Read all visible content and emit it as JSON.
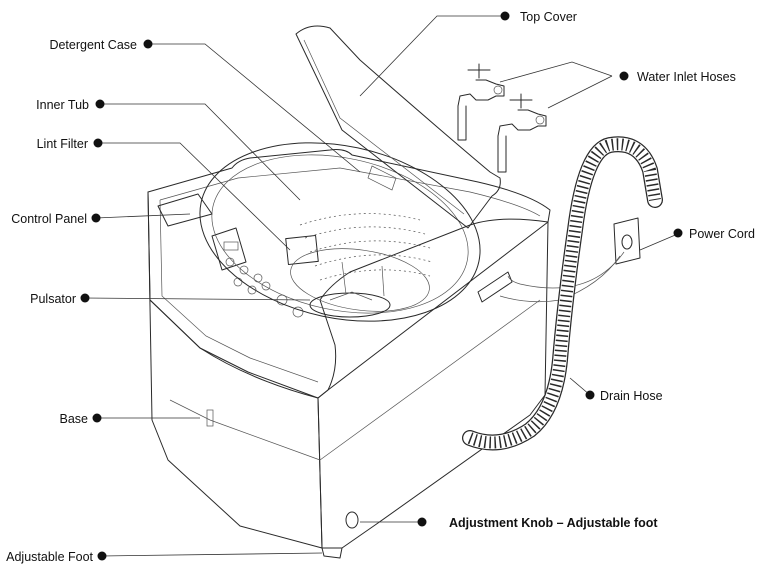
{
  "labels": {
    "top_cover": "Top Cover",
    "detergent_case": "Detergent Case",
    "water_inlet_hoses": "Water Inlet Hoses",
    "inner_tub": "Inner Tub",
    "lint_filter": "Lint Filter",
    "power_cord": "Power Cord",
    "control_panel": "Control Panel",
    "pulsator": "Pulsator",
    "drain_hose": "Drain Hose",
    "base": "Base",
    "adjustment_knob": "Adjustment Knob – Adjustable foot",
    "adjustable_foot": "Adjustable Foot"
  }
}
